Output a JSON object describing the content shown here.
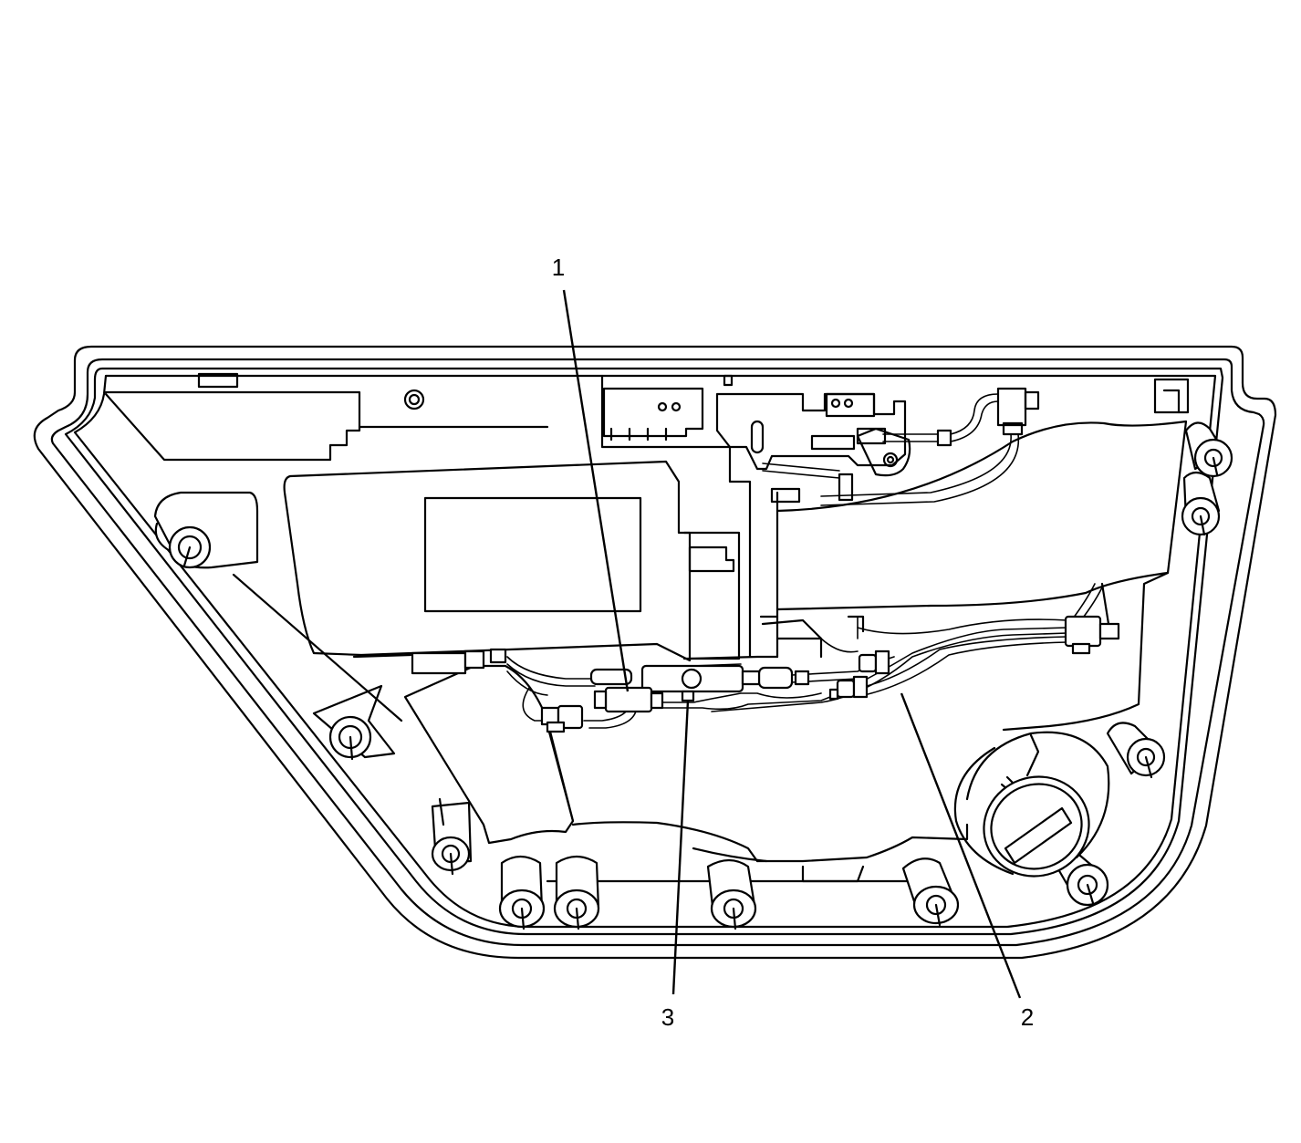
{
  "callouts": {
    "c1": {
      "label": "1"
    },
    "c2": {
      "label": "2"
    },
    "c3": {
      "label": "3"
    }
  },
  "colors": {
    "line": "#000000",
    "background": "#ffffff"
  }
}
